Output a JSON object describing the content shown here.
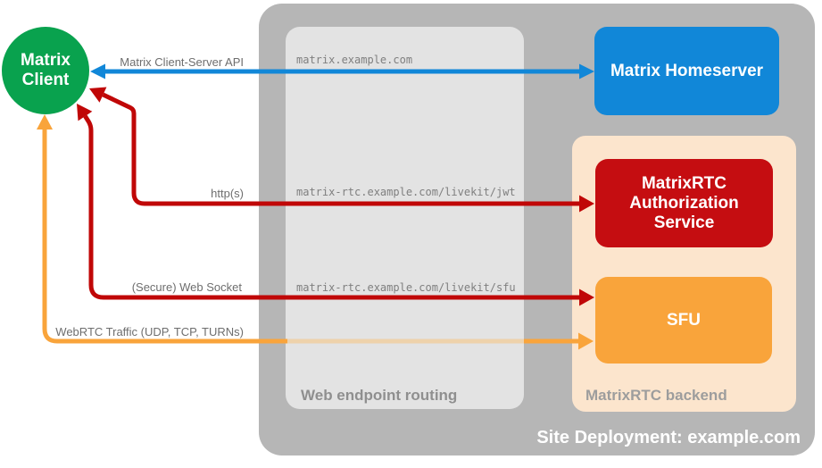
{
  "colors": {
    "green": "#09a24e",
    "blue": "#1187d8",
    "red": "#c50d11",
    "redline": "#c00707",
    "orange": "#f9a43b",
    "orangefaded": "#eed2ab",
    "graycontainer": "#b6b6b6",
    "graypanel": "#e3e3e3",
    "peach": "#fce5cd",
    "labelgray": "#6e6e6e",
    "urlgray": "#7f7f7f",
    "panellabel": "#8f8f8f",
    "backendlabel": "#9d9d9d"
  },
  "client": {
    "label": "Matrix Client"
  },
  "nodes": {
    "homeserver": {
      "label": "Matrix Homeserver"
    },
    "auth_service": {
      "label": "MatrixRTC Authorization Service"
    },
    "sfu": {
      "label": "SFU"
    }
  },
  "groups": {
    "site": {
      "label": "Site Deployment: example.com"
    },
    "routing": {
      "label": "Web endpoint routing"
    },
    "backend": {
      "label": "MatrixRTC backend"
    }
  },
  "endpoints": {
    "homeserver_url": "matrix.example.com",
    "jwt_url": "matrix-rtc.example.com/livekit/jwt",
    "sfu_url": "matrix-rtc.example.com/livekit/sfu"
  },
  "arrows": {
    "cs_api": {
      "label": "Matrix Client-Server API"
    },
    "http": {
      "label": "http(s)"
    },
    "websocket": {
      "label": "(Secure) Web Socket"
    },
    "webrtc": {
      "label": "WebRTC Traffic (UDP, TCP, TURNs)"
    }
  }
}
